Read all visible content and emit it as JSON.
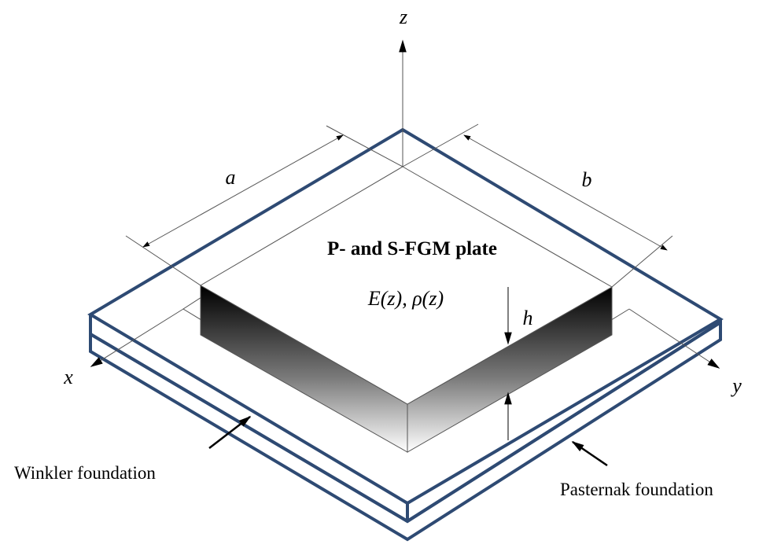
{
  "diagram": {
    "axes": {
      "z": "z",
      "x": "x",
      "y": "y"
    },
    "dimensions": {
      "length": "a",
      "width": "b",
      "thickness": "h"
    },
    "plate_title": "P- and S-FGM plate",
    "material_properties": "E(z), ρ(z)",
    "labels": {
      "winkler": "Winkler foundation",
      "pasternak": "Pasternak foundation"
    },
    "colors": {
      "foundation_outline": "#2e4a73",
      "lines": "#555555",
      "arrows": "#000000"
    }
  }
}
